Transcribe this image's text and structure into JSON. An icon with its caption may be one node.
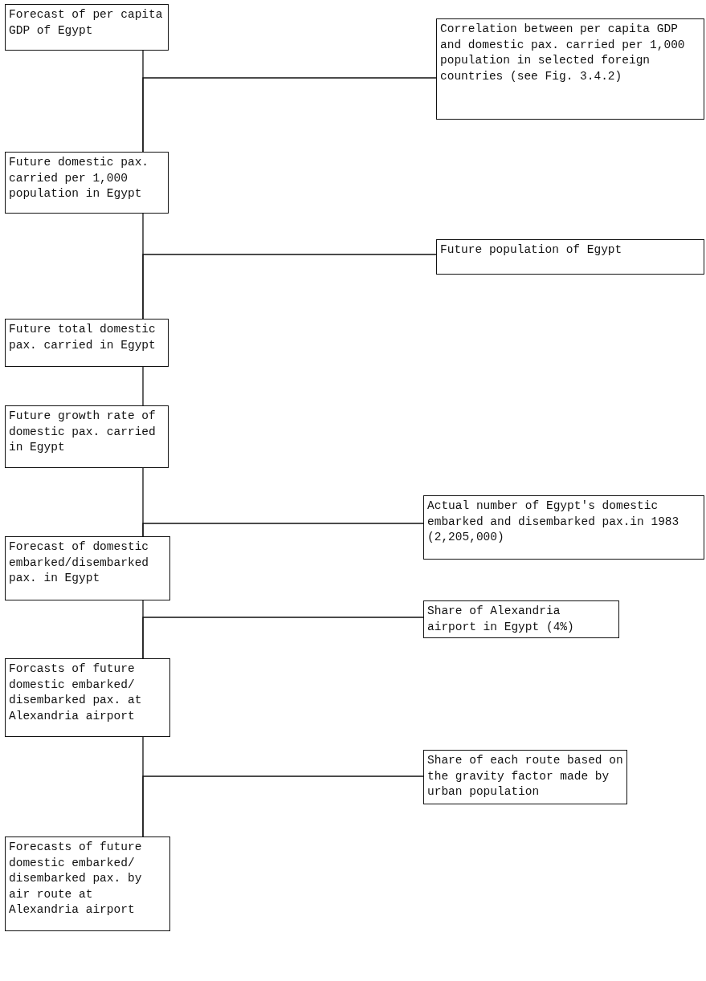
{
  "diagram": {
    "nodes": [
      {
        "text": [
          "Forecast of per capita GDP of Egypt"
        ]
      },
      {
        "text": [
          "Correlation between per capita GDP and domestic pax. carried per 1,000 population in selected foreign countries (see Fig. 3.4.2)"
        ]
      },
      {
        "text": [
          "Future domestic pax. carried per 1,000 population in Egypt"
        ]
      },
      {
        "text": [
          "Future population of Egypt"
        ]
      },
      {
        "text": [
          "Future total domestic pax. carried in Egypt"
        ]
      },
      {
        "text": [
          "Future growth rate of domestic pax. carried in Egypt"
        ]
      },
      {
        "text": [
          "Actual number of Egypt's domestic embarked and disembarked pax.in 1983 (2,205,000)"
        ]
      },
      {
        "text": [
          "Forecast of domestic embarked/disembarked pax. in Egypt"
        ]
      },
      {
        "text": [
          "Share of Alexandria airport in Egypt (4%)"
        ]
      },
      {
        "text": [
          "Forcasts of future domestic embarked/ disembarked pax. at Alexandria airport"
        ]
      },
      {
        "text": [
          "Share of each route based on the gravity factor made by urban population"
        ]
      },
      {
        "text": [
          "Forecasts of future domestic embarked/ disembarked pax. by air route at Alexandria airport"
        ]
      }
    ],
    "edges": [
      {
        "from": 0,
        "to": 2,
        "arrow": "none"
      },
      {
        "from": 1,
        "to": 2,
        "arrow": "none"
      },
      {
        "from": 2,
        "to": 4,
        "arrow": "none"
      },
      {
        "from": 3,
        "to": 4,
        "arrow": "none"
      },
      {
        "from": 4,
        "to": 5,
        "arrow": "none"
      },
      {
        "from": 5,
        "to": 7,
        "arrow": "none"
      },
      {
        "from": 6,
        "to": 7,
        "arrow": "none"
      },
      {
        "from": 7,
        "to": 9,
        "arrow": "none"
      },
      {
        "from": 8,
        "to": 9,
        "arrow": "none"
      },
      {
        "from": 9,
        "to": 11,
        "arrow": "none"
      },
      {
        "from": 10,
        "to": 11,
        "arrow": "none"
      }
    ]
  }
}
